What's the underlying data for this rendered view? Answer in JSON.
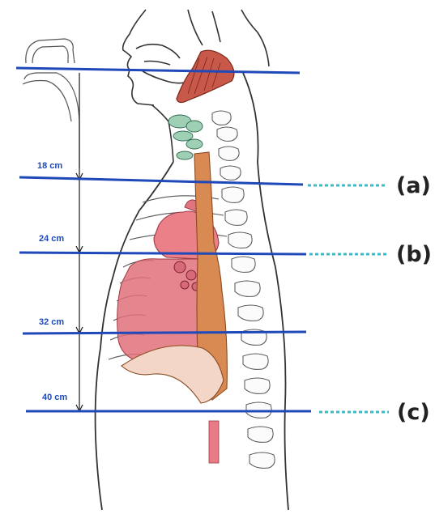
{
  "figure": {
    "depth_markers": [
      "18 cm",
      "24 cm",
      "32 cm",
      "40 cm"
    ],
    "callouts": [
      "(a)",
      "(b)",
      "(c)"
    ],
    "colors": {
      "scan_line": "#1f49b8",
      "dotted_leader": "#3fb8c9",
      "depth_text": "#1f49b8",
      "callout_text": "#222222",
      "outline": "#3a3a3a",
      "heart": "#e87680",
      "lung": "#e0707a",
      "esophagus": "#d98a52",
      "muscle": "#c24a3a",
      "cartilage": "#8fc4a8"
    }
  }
}
